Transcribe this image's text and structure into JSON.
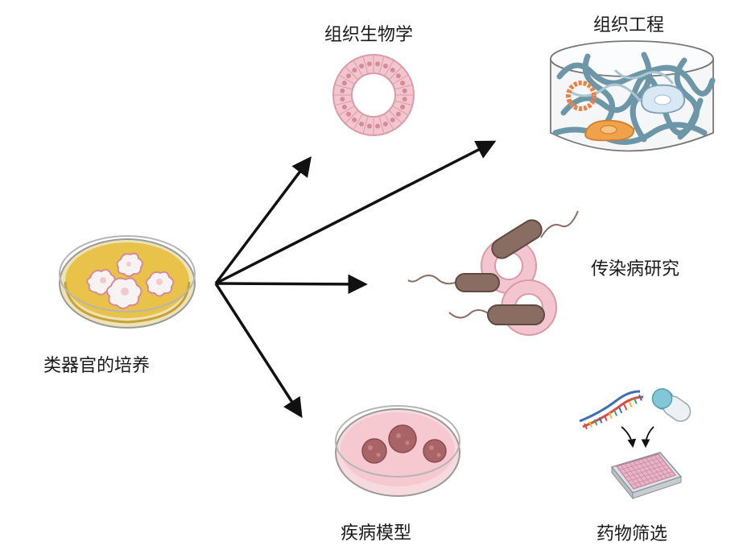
{
  "diagram": {
    "source": {
      "label": "类器官的培养"
    },
    "applications": [
      {
        "key": "tissue_biology",
        "label": "组织生物学"
      },
      {
        "key": "tissue_engineering",
        "label": "组织工程"
      },
      {
        "key": "infectious_disease",
        "label": "传染病研究"
      },
      {
        "key": "disease_model",
        "label": "疾病模型"
      },
      {
        "key": "drug_screening",
        "label": "药物筛选"
      }
    ]
  },
  "colors": {
    "arrow": "#111111",
    "dish_yellow": "#e9c24a",
    "organoid_pink": "#f3c6cf",
    "cell_pink": "#efc3cb",
    "fiber_teal": "#6d97a8",
    "cell_orange": "#f0a24a",
    "cell_blue": "#d8e8f4",
    "bacterium_brown": "#8a6d62",
    "dish_pink": "#f5c9cf",
    "spheroid_mauve": "#a96468",
    "pill_teal": "#82c7d8",
    "plate_pink": "#e8b3c6"
  }
}
